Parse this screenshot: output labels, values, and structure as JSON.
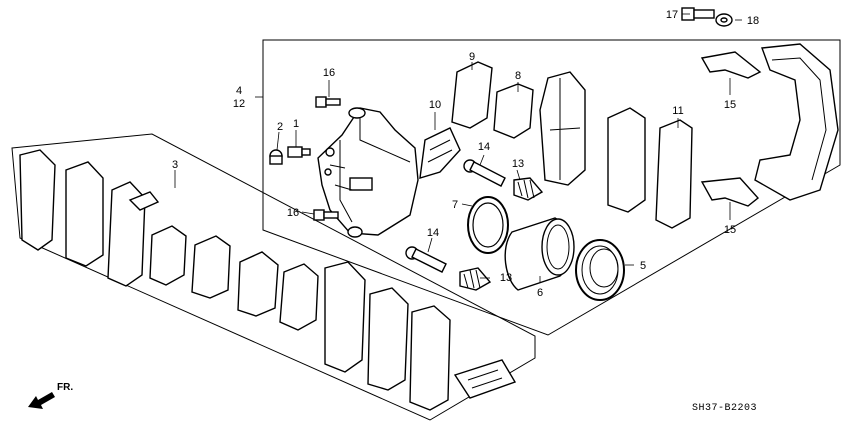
{
  "diagram": {
    "callouts": [
      {
        "id": "c1",
        "label": "1"
      },
      {
        "id": "c2",
        "label": "2"
      },
      {
        "id": "c3",
        "label": "3"
      },
      {
        "id": "c4",
        "label": "4"
      },
      {
        "id": "c12",
        "label": "12"
      },
      {
        "id": "c5",
        "label": "5"
      },
      {
        "id": "c6",
        "label": "6"
      },
      {
        "id": "c7",
        "label": "7"
      },
      {
        "id": "c8",
        "label": "8"
      },
      {
        "id": "c9",
        "label": "9"
      },
      {
        "id": "c10",
        "label": "10"
      },
      {
        "id": "c11",
        "label": "11"
      },
      {
        "id": "c13a",
        "label": "13"
      },
      {
        "id": "c13b",
        "label": "13"
      },
      {
        "id": "c14a",
        "label": "14"
      },
      {
        "id": "c14b",
        "label": "14"
      },
      {
        "id": "c15a",
        "label": "15"
      },
      {
        "id": "c15b",
        "label": "15"
      },
      {
        "id": "c16a",
        "label": "16"
      },
      {
        "id": "c16b",
        "label": "16"
      },
      {
        "id": "c17",
        "label": "17"
      },
      {
        "id": "c18",
        "label": "18"
      }
    ],
    "direction_label": "FR.",
    "diagram_code": "SH37-B2203"
  }
}
